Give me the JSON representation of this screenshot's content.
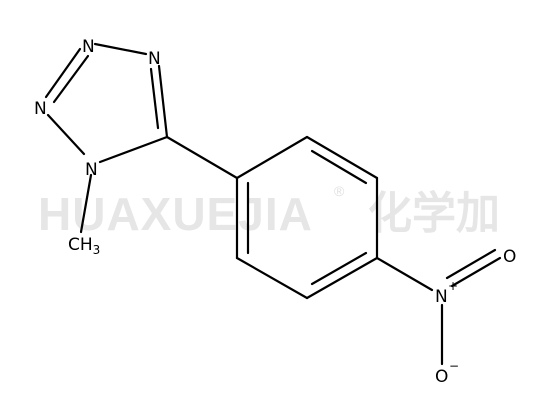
{
  "watermark": {
    "latin": "HUAXUEJIA",
    "registered": "®",
    "chinese": "化学加"
  },
  "atoms": {
    "n_top": "N",
    "n_right": "N",
    "n_left": "N",
    "n_methyl": "N",
    "ch3_main": "CH",
    "ch3_sub": "3",
    "nitro_n": "N",
    "nitro_o_top": "O",
    "nitro_o_bottom": "O",
    "nitro_n_charge": "+",
    "nitro_o_charge": "−"
  },
  "colors": {
    "bond": "#000000",
    "watermark": "#e6e6e6",
    "background": "#ffffff"
  }
}
